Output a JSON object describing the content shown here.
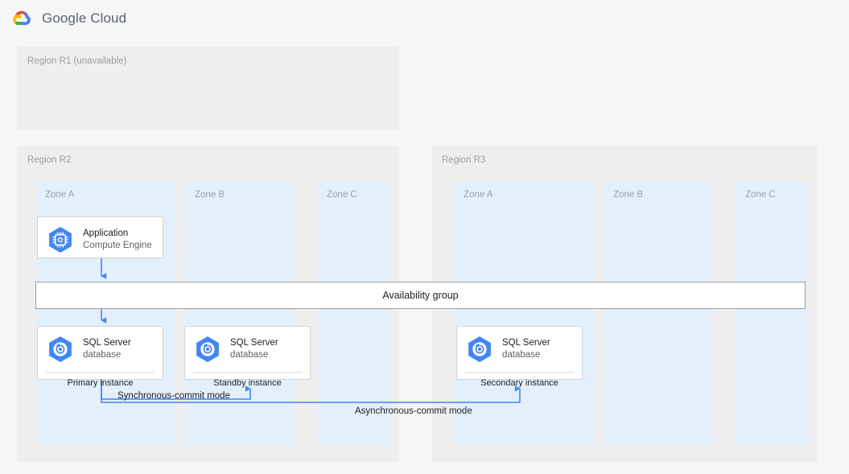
{
  "header": {
    "logo_icon": "google-cloud-logo",
    "brand": "Google Cloud"
  },
  "regions": [
    {
      "id": "r1",
      "label": "Region R1 (unavailable)",
      "available": false,
      "zones": []
    },
    {
      "id": "r2",
      "label": "Region R2",
      "available": true,
      "zones": [
        {
          "label": "Zone A"
        },
        {
          "label": "Zone B"
        },
        {
          "label": "Zone C"
        }
      ]
    },
    {
      "id": "r3",
      "label": "Region R3",
      "available": true,
      "zones": [
        {
          "label": "Zone A"
        },
        {
          "label": "Zone B"
        },
        {
          "label": "Zone C"
        }
      ]
    }
  ],
  "cards": {
    "application": {
      "icon": "compute-engine-icon",
      "title": "Application",
      "subtitle": "Compute Engine"
    },
    "primary": {
      "icon": "sql-server-database-icon",
      "title": "SQL Server",
      "subtitle": "database",
      "footer": "Primary instance"
    },
    "standby": {
      "icon": "sql-server-database-icon",
      "title": "SQL Server",
      "subtitle": "database",
      "footer": "Standby instance"
    },
    "secondary": {
      "icon": "sql-server-database-icon",
      "title": "SQL Server",
      "subtitle": "database",
      "footer": "Secondary instance"
    }
  },
  "availability_group": {
    "label": "Availability group"
  },
  "connectors": [
    {
      "id": "sync",
      "label": "Synchronous-commit mode"
    },
    {
      "id": "async",
      "label": "Asynchronous-commit mode"
    }
  ],
  "colors": {
    "page_background": "#f5f6f7",
    "region_background": "#eeeeee",
    "zone_background": "#e3f0fb",
    "card_background": "#ffffff",
    "card_border": "#d0d3d6",
    "connector": "#4285f4",
    "muted_text": "#9aa0a6",
    "body_text": "#202124",
    "google_blue": "#4285f4",
    "google_red": "#ea4335",
    "google_yellow": "#fbbc04",
    "google_green": "#34a853"
  }
}
